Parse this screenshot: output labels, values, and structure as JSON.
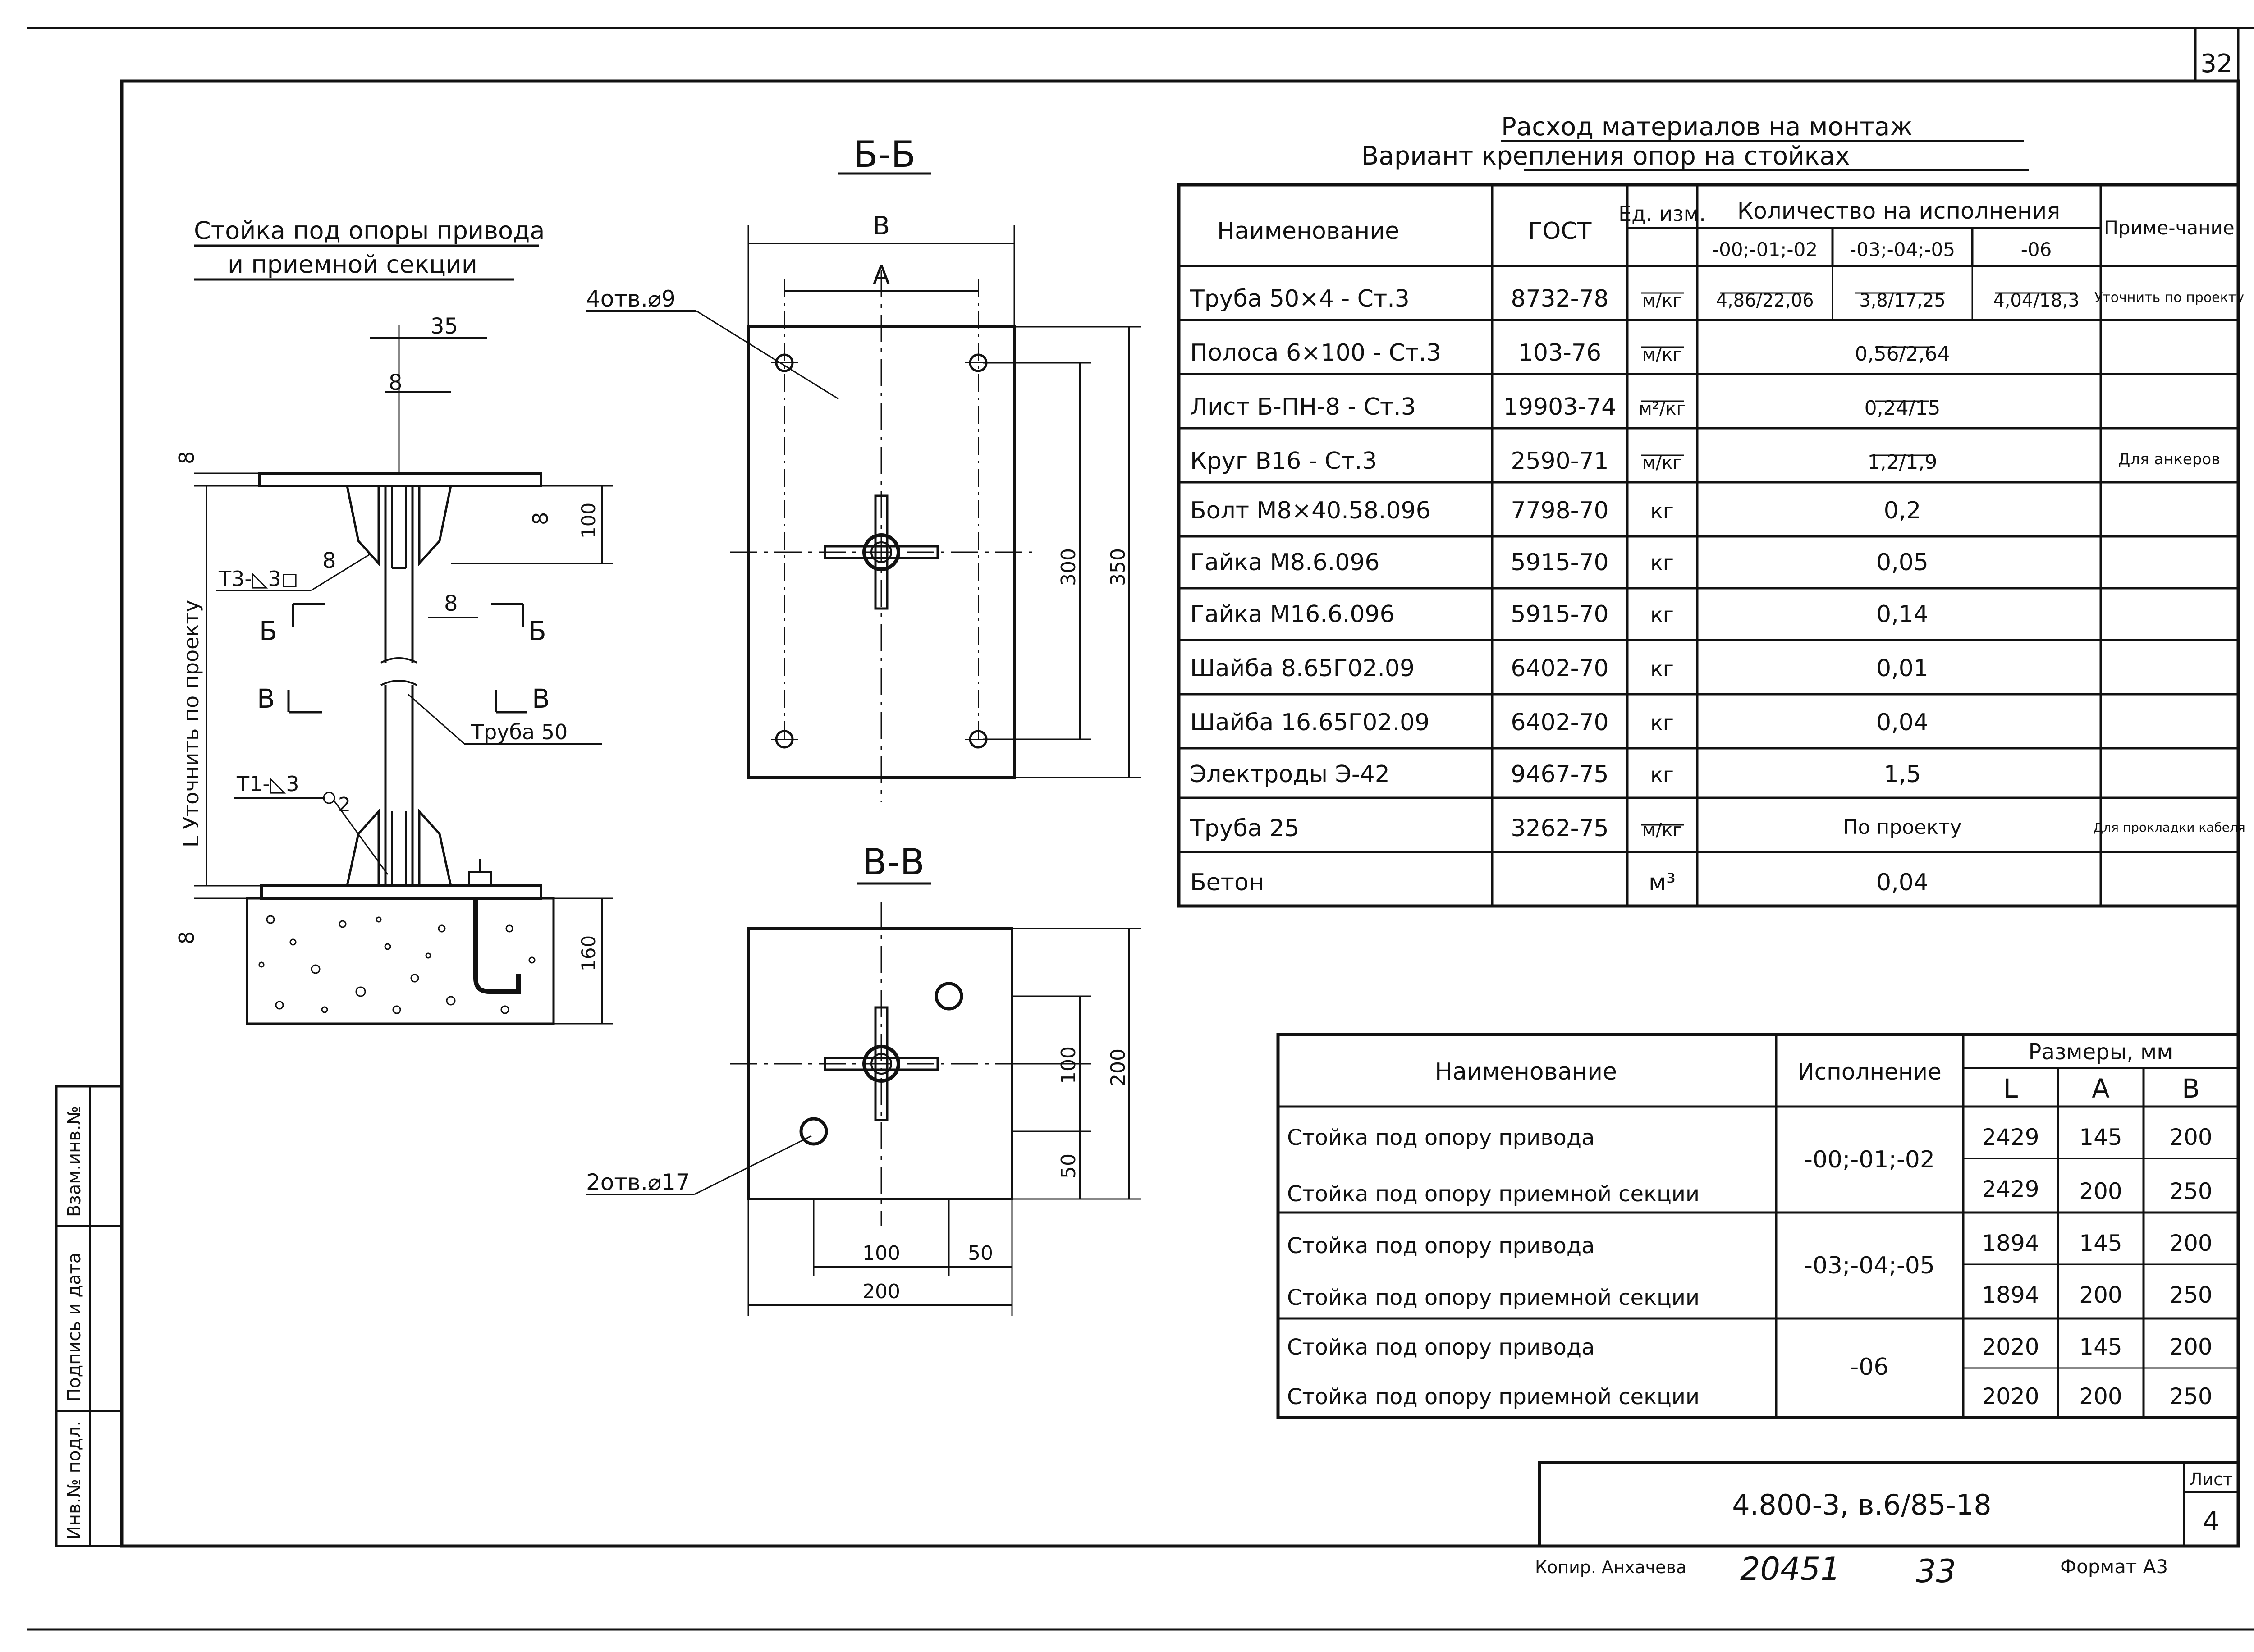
{
  "sheet_corner_number": "32",
  "sections": {
    "main_label": "Стойка под опоры привода",
    "main_label_2": "и приемной секции",
    "bb": "Б-Б",
    "vv": "В-В"
  },
  "drawing": {
    "dim_35": "35",
    "dim_8_top": "8",
    "dim_8_a": "8",
    "dim_8_b": "8",
    "dim_8_c": "8",
    "dim_8_d": "8",
    "dim_100": "100",
    "dim_160": "160",
    "weld_t3": "Т3-◺3◻",
    "weld_t1": "Т1-◺3",
    "weld_circle_2": "2",
    "cut_b_left": "Б",
    "cut_b_right": "Б",
    "cut_v_left": "В",
    "cut_v_right": "В",
    "pipe_label": "Труба 50",
    "length_label": "L Уточнить по проекту",
    "bb_B": "В",
    "bb_A": "А",
    "bb_holes": "4отв.⌀9",
    "bb_300": "300",
    "bb_350": "350",
    "vv_100": "100",
    "vv_200": "200",
    "vv_50": "50",
    "vv_holes": "2отв.⌀17",
    "vv_b100": "100",
    "vv_b50": "50",
    "vv_b200": "200"
  },
  "materials": {
    "title": "Расход материалов на монтаж",
    "subtitle": "Вариант крепления опор на стойках",
    "headers": {
      "name": "Наименование",
      "gost": "ГОСТ",
      "unit": "Ед. изм.",
      "qty": "Количество на исполнения",
      "q1": "-00;-01;-02",
      "q2": "-03;-04;-05",
      "q3": "-06",
      "note": "Приме-чание"
    },
    "rows": [
      {
        "name": "Труба 50×4 - Ст.3",
        "gost": "8732-78",
        "unit": "м/кг",
        "q1": "4,86/22,06",
        "q2": "3,8/17,25",
        "q3": "4,04/18,3",
        "note": "Уточнить по проекту"
      },
      {
        "name": "Полоса 6×100 - Ст.3",
        "gost": "103-76",
        "unit": "м/кг",
        "q": "0,56/2,64",
        "note": ""
      },
      {
        "name": "Лист Б-ПН-8 - Ст.3",
        "gost": "19903-74",
        "unit": "м²/кг",
        "q": "0,24/15",
        "note": ""
      },
      {
        "name": "Круг В16 - Ст.3",
        "gost": "2590-71",
        "unit": "м/кг",
        "q": "1,2/1,9",
        "note": "Для анкеров"
      },
      {
        "name": "Болт М8×40.58.096",
        "gost": "7798-70",
        "unit": "кг",
        "q": "0,2",
        "note": ""
      },
      {
        "name": "Гайка М8.6.096",
        "gost": "5915-70",
        "unit": "кг",
        "q": "0,05",
        "note": ""
      },
      {
        "name": "Гайка М16.6.096",
        "gost": "5915-70",
        "unit": "кг",
        "q": "0,14",
        "note": ""
      },
      {
        "name": "Шайба 8.65Г02.09",
        "gost": "6402-70",
        "unit": "кг",
        "q": "0,01",
        "note": ""
      },
      {
        "name": "Шайба 16.65Г02.09",
        "gost": "6402-70",
        "unit": "кг",
        "q": "0,04",
        "note": ""
      },
      {
        "name": "Электроды Э-42",
        "gost": "9467-75",
        "unit": "кг",
        "q": "1,5",
        "note": ""
      },
      {
        "name": "Труба 25",
        "gost": "3262-75",
        "unit": "м/кг",
        "q": "По проекту",
        "note": "Для прокладки кабеля"
      },
      {
        "name": "Бетон",
        "gost": "",
        "unit": "м³",
        "q": "0,04",
        "note": ""
      }
    ]
  },
  "sizes": {
    "headers": {
      "name": "Наименование",
      "exec": "Исполнение",
      "dims": "Размеры, мм",
      "L": "L",
      "A": "А",
      "B": "В"
    },
    "rows": [
      {
        "name": "Стойка под опору привода",
        "L": "2429",
        "A": "145",
        "B": "200"
      },
      {
        "name": "Стойка под опору приемной секции",
        "L": "2429",
        "A": "200",
        "B": "250"
      },
      {
        "name": "Стойка под опору привода",
        "L": "1894",
        "A": "145",
        "B": "200"
      },
      {
        "name": "Стойка под опору приемной секции",
        "L": "1894",
        "A": "200",
        "B": "250"
      },
      {
        "name": "Стойка под опору привода",
        "L": "2020",
        "A": "145",
        "B": "200"
      },
      {
        "name": "Стойка под опору приемной секции",
        "L": "2020",
        "A": "200",
        "B": "250"
      }
    ],
    "exec_groups": [
      "-00;-01;-02",
      "-03;-04;-05",
      "-06"
    ]
  },
  "side_stamp": {
    "inv_podl": "Инв.№ подл.",
    "podpis": "Подпись и дата",
    "vzam": "Взам.инв.№"
  },
  "title_block": {
    "code": "4.800-3, в.6/85-18",
    "list_label": "Лист",
    "list_num": "4"
  },
  "footer": {
    "copier": "Копир. Анхачева",
    "num1": "20451",
    "num2": "33",
    "format": "Формат А3"
  }
}
